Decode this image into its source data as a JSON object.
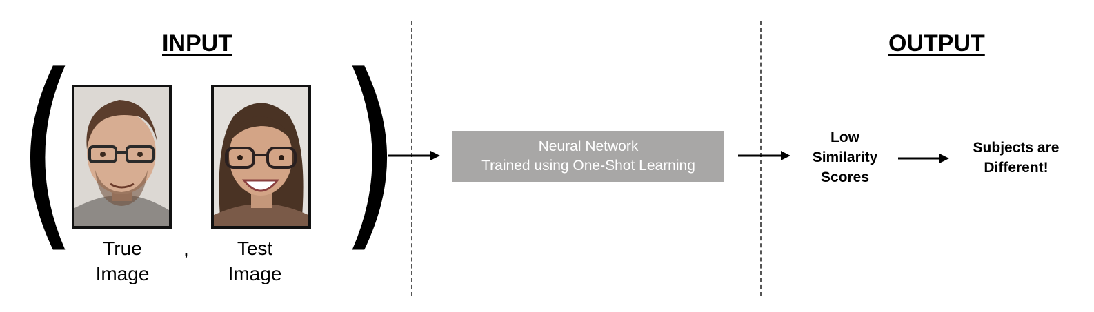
{
  "input": {
    "heading": "INPUT",
    "open_paren": "(",
    "close_paren": ")",
    "comma": ",",
    "true_image": {
      "line1": "True",
      "line2": "Image"
    },
    "test_image": {
      "line1": "Test",
      "line2": "Image"
    }
  },
  "network": {
    "line1": "Neural Network",
    "line2": "Trained using One-Shot Learning"
  },
  "output": {
    "heading": "OUTPUT",
    "score": {
      "line1": "Low",
      "line2": "Similarity",
      "line3": "Scores"
    },
    "result": {
      "line1": "Subjects are",
      "line2": "Different!"
    }
  },
  "colors": {
    "network_box": "#a8a7a6",
    "network_text": "#ffffff",
    "divider": "#555555"
  },
  "icons": {
    "true_image": "male-face-with-glasses",
    "test_image": "female-face-with-glasses",
    "arrow": "right-arrow"
  }
}
